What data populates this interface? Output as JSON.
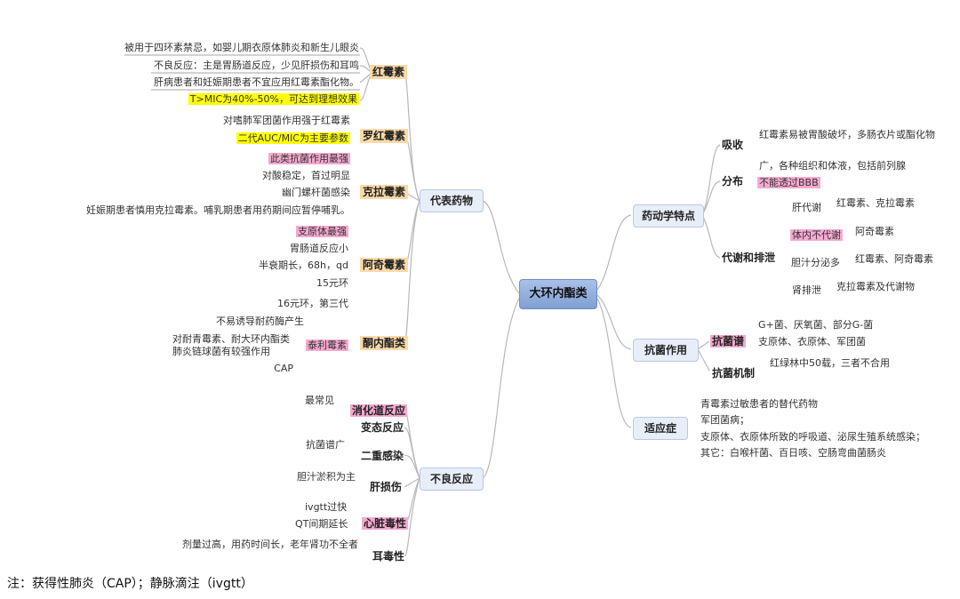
{
  "center": "大环内酯类",
  "left": {
    "daibiao": {
      "label": "代表药物",
      "hongmeisu": {
        "label": "红霉素",
        "items": [
          "被用于四环素禁忌，如婴儿期衣原体肺炎和新生儿眼炎",
          "不良反应：主是胃肠道反应，少见肝损伤和耳鸣",
          "肝病患者和妊娠期患者不宜应用红霉素酯化物。",
          "T>MIC为40%-50%，可达到理想效果"
        ]
      },
      "luohong": {
        "label": "罗红霉素",
        "items": [
          "对嗜肺军团菌作用强于红霉素",
          "二代AUC/MIC为主要参数"
        ]
      },
      "kela": {
        "label": "克拉霉素",
        "items": [
          "此类抗菌作用最强",
          "对酸稳定，首过明显",
          "幽门螺杆菌感染",
          "妊娠期患者慎用克拉霉素。哺乳期患者用药期间应暂停哺乳。"
        ]
      },
      "aqi": {
        "label": "阿奇霉素",
        "items": [
          "支原体最强",
          "胃肠道反应小",
          "半衰期长，68h，qd",
          "15元环"
        ]
      },
      "tong": {
        "label": "酮内酯类",
        "ring": "16元环，第三代",
        "tailisu": "泰利霉素",
        "items": [
          "不易诱导耐药酶产生",
          "对耐青霉素、耐大环内酯类",
          "肺炎链球菌有较强作用",
          "CAP"
        ]
      }
    },
    "buliang": {
      "label": "不良反应",
      "xiaohua": {
        "label": "消化道反应",
        "detail": "最常见"
      },
      "biantai": {
        "label": "变态反应"
      },
      "erchong": {
        "label": "二重感染",
        "detail": "抗菌谱广"
      },
      "gan": {
        "label": "肝损伤",
        "detail": "胆汁淤积为主"
      },
      "xinzang": {
        "label": "心脏毒性",
        "details": [
          "ivgtt过快",
          "QT间期延长"
        ]
      },
      "erdu": {
        "label": "耳毒性",
        "detail": "剂量过高，用药时间长，老年肾功不全者"
      }
    }
  },
  "right": {
    "yaodong": {
      "label": "药动学特点",
      "xishou": {
        "label": "吸收",
        "detail": "红霉素易被胃酸破坏，多肠衣片或酯化物"
      },
      "fenbu": {
        "label": "分布",
        "details": [
          "广，各种组织和体液，包括前列腺",
          "不能透过BBB"
        ]
      },
      "daixie": {
        "label": "代谢和排泄",
        "items": [
          {
            "label": "肝代谢",
            "detail": "红霉素、克拉霉素"
          },
          {
            "label": "体内不代谢",
            "detail": "阿奇霉素"
          },
          {
            "label": "胆汁分泌多",
            "detail": "红霉素、阿奇霉素"
          },
          {
            "label": "肾排泄",
            "detail": "克拉霉素及代谢物"
          }
        ]
      }
    },
    "kangjun": {
      "label": "抗菌作用",
      "pu": {
        "label": "抗菌谱",
        "details": [
          "G+菌、厌氧菌、部分G-菌",
          "支原体、衣原体、军团菌"
        ]
      },
      "jizhi": {
        "label": "抗菌机制",
        "detail": "红绿林中50载，三者不合用"
      }
    },
    "shiying": {
      "label": "适应症",
      "items": [
        "青霉素过敏患者的替代药物",
        "军团菌病；",
        "支原体、衣原体所致的呼吸道、泌尿生殖系统感染；",
        "其它：白喉杆菌、百日咳、空肠弯曲菌肠炎"
      ]
    }
  },
  "note": "注：获得性肺炎（CAP）；静脉滴注（ivgtt）"
}
